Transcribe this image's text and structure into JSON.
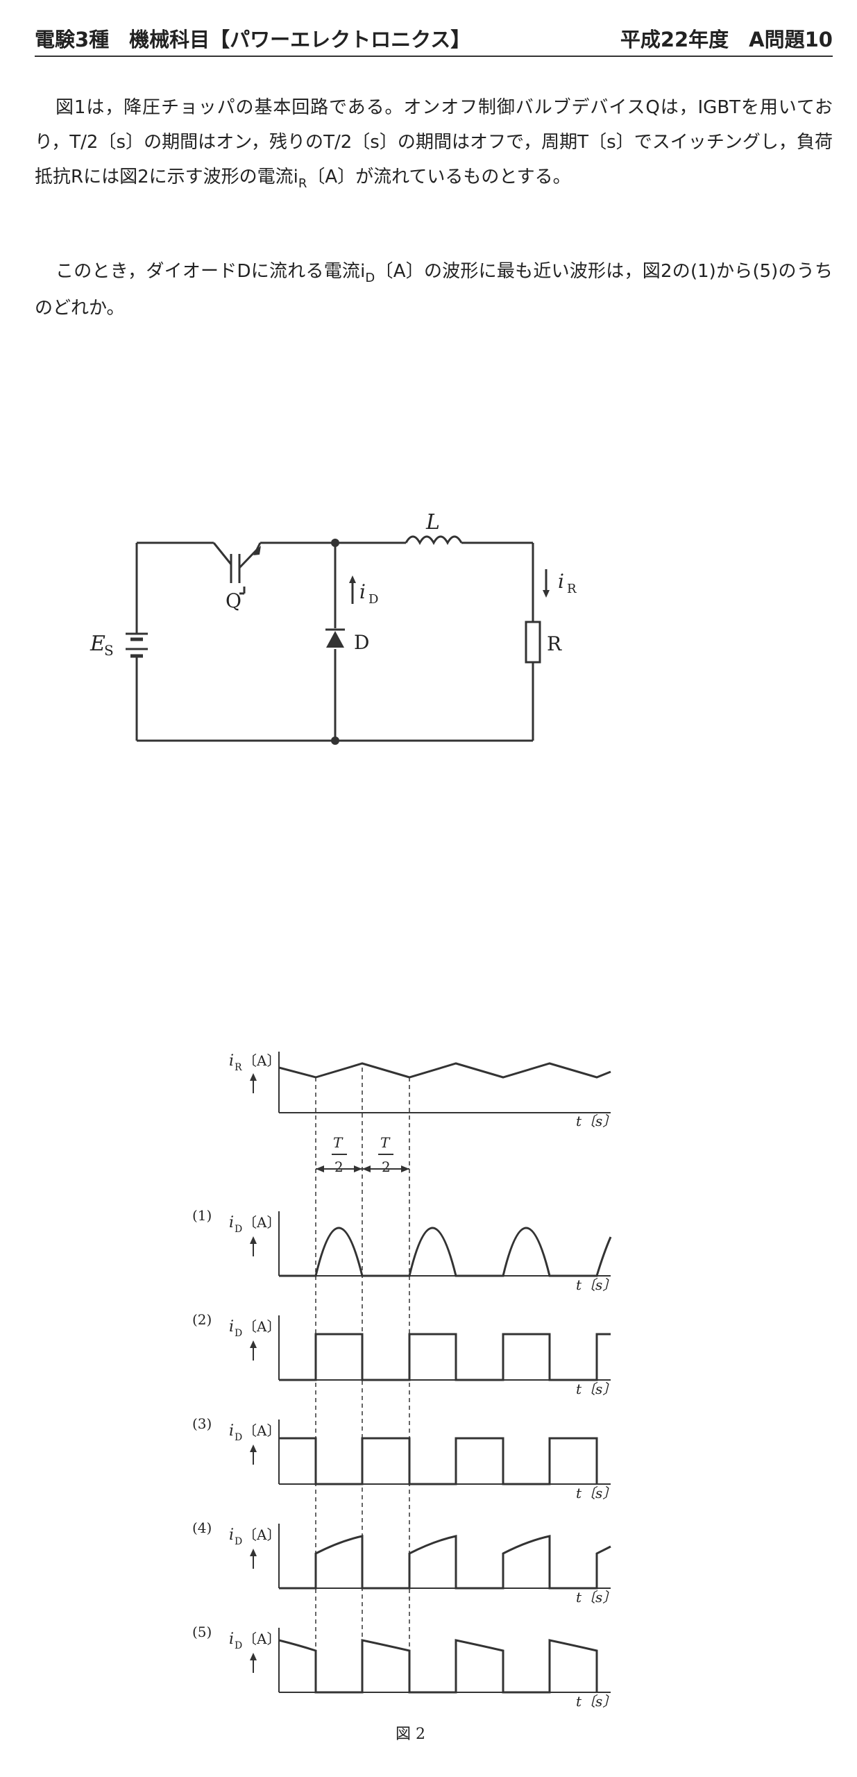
{
  "header": {
    "left": "電験3種　機械科目【パワーエレクトロニクス】",
    "right": "平成22年度　A問題10"
  },
  "question": {
    "p1_a": "図1は，降圧チョッパの基本回路である。オンオフ制御バルブデバイスQは，IGBTを用いており，T/2〔s〕の期間はオン，残りのT/2〔s〕の期間はオフで，周期T〔s〕でスイッチングし，負荷抵抗Rには図2に示す波形の電流i",
    "p1_sub": "R",
    "p1_b": "〔A〕が流れているものとする。",
    "p2_a": "このとき，ダイオードDに流れる電流i",
    "p2_sub": "D",
    "p2_b": "〔A〕の波形に最も近い波形は，図2の(1)から(5)のうちのどれか。"
  },
  "circuit": {
    "source_label": "E",
    "source_sub": "S",
    "switch_label": "Q",
    "inductor_label": "L",
    "diode_label": "D",
    "diode_current": "i",
    "diode_current_sub": "D",
    "load_current": "i",
    "load_current_sub": "R",
    "resistor_label": "R"
  },
  "figure2": {
    "caption": "図 2",
    "ir_label": "i",
    "ir_sub": "R",
    "id_sub": "D",
    "unit": "〔A〕",
    "time_label": "t〔s〕",
    "half_period": "T",
    "half_period_den": "2",
    "options": [
      "(1)",
      "(2)",
      "(3)",
      "(4)",
      "(5)"
    ]
  }
}
